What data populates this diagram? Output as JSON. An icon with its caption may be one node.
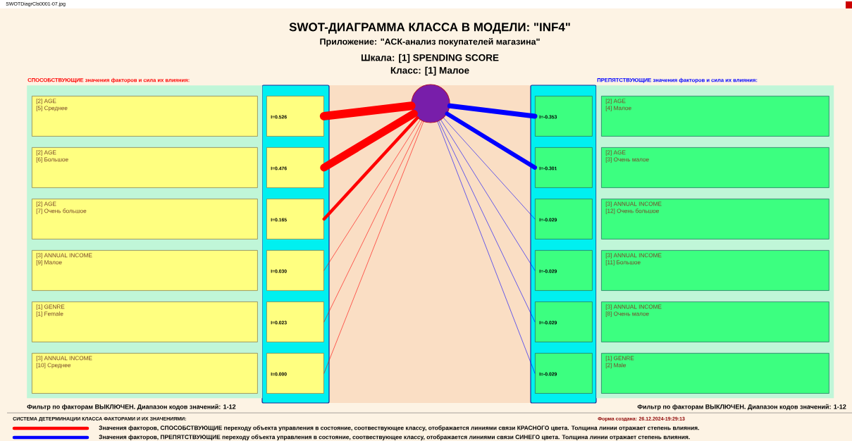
{
  "diagram": {
    "title": "SWOT-ДИАГРАММА КЛАССА В МОДЕЛИ: \"INF4\"",
    "nodes": [
      {
        "text": [
          "СПОСОБСТВУЮЩИЕ значения факторов и сила их влияния:"
        ]
      },
      {
        "text": [
          "[2] AGE",
          "[5] Среднее"
        ],
        "in": 0
      },
      {
        "text": [
          "[2] AGE",
          "[6] Большое"
        ],
        "in": 0
      },
      {
        "text": [
          "[2] AGE",
          "[7] Очень большое"
        ],
        "in": 0
      },
      {
        "text": [
          "[3] ANNUAL INCOME",
          "[9] Малое"
        ],
        "in": 0
      },
      {
        "text": [
          "[1] GENRE",
          "[1] Female"
        ],
        "in": 0
      },
      {
        "text": [
          "[3] ANNUAL INCOME",
          "[10] Среднее"
        ],
        "in": 0
      },
      {
        "text": [
          "I=0.526"
        ]
      },
      {
        "text": [
          "I=0.476"
        ]
      },
      {
        "text": [
          "I=0.165"
        ]
      },
      {
        "text": [
          "I=0.030"
        ]
      },
      {
        "text": [
          "I=0.023"
        ]
      },
      {
        "text": [
          "I=0.000"
        ]
      },
      {
        "text": [],
        "shape": "circle"
      },
      {
        "text": [
          "I=-0.353"
        ]
      },
      {
        "text": [
          "I=-0.301"
        ]
      },
      {
        "text": [
          "I=-0.029"
        ]
      },
      {
        "text": [
          "I=-0.029"
        ]
      },
      {
        "text": [
          "I=-0.029"
        ]
      },
      {
        "text": [
          "I=-0.029"
        ]
      },
      {
        "text": [
          "ПРЕПЯТСТВУЮЩИЕ значения факторов и сила их влияния:"
        ]
      },
      {
        "text": [
          "[2] AGE",
          "[4] Малое"
        ],
        "in": 20
      },
      {
        "text": [
          "[2] AGE",
          "[3] Очень малое"
        ],
        "in": 20
      },
      {
        "text": [
          "[3] ANNUAL INCOME",
          "[12] Очень большое"
        ],
        "in": 20
      },
      {
        "text": [
          "[3] ANNUAL INCOME",
          "[11] Большое"
        ],
        "in": 20
      },
      {
        "text": [
          "[3] ANNUAL INCOME",
          "[8] Очень малое"
        ],
        "in": 20
      },
      {
        "text": [
          "[1] GENRE",
          "[2] Male"
        ],
        "in": 20
      }
    ],
    "edges": [
      {
        "from": 13,
        "to": 7,
        "arrow": "none",
        "style": "thick",
        "color": "#ff0000"
      },
      {
        "from": 13,
        "to": 8,
        "arrow": "none",
        "style": "thick",
        "color": "#ff0000"
      },
      {
        "from": 13,
        "to": 9,
        "arrow": "none",
        "style": "thick",
        "color": "#ff0000"
      },
      {
        "from": 13,
        "to": 10,
        "arrow": "none",
        "color": "#ff0000"
      },
      {
        "from": 13,
        "to": 11,
        "arrow": "none",
        "color": "#ff0000"
      },
      {
        "from": 13,
        "to": 12,
        "arrow": "none",
        "color": "#ff0000"
      },
      {
        "from": 13,
        "to": 14,
        "arrow": "none",
        "style": "thick",
        "color": "#0000ff"
      },
      {
        "from": 13,
        "to": 15,
        "arrow": "none",
        "style": "thick",
        "color": "#0000ff"
      },
      {
        "from": 13,
        "to": 16,
        "arrow": "none",
        "color": "#0000ff"
      },
      {
        "from": 13,
        "to": 17,
        "arrow": "none",
        "color": "#0000ff"
      },
      {
        "from": 13,
        "to": 18,
        "arrow": "none",
        "color": "#0000ff"
      },
      {
        "from": 13,
        "to": 19,
        "arrow": "none",
        "color": "#0000ff"
      }
    ],
    "labels": [
      "SWOTDiagrCls0001-07.jpg",
      "Приложение: \"АСК-анализ покупателей магазина\"",
      "Шкала: [1] SPENDING SCORE",
      "Класс: [1] Малое",
      "Фильтр по факторам ВЫКЛЮЧЕН. Диапазон кодов значений: 1-12",
      "Фильтр по факторам ВЫКЛЮЧЕН. Диапазон кодов значений: 1-12",
      "СИСТЕМА ДЕТЕРМИНАЦИИ КЛАССА ФАКТОРАМИ И ИХ ЗНАЧЕНИЯМИ:",
      "Форма создана: 26.12.2024-19:29:13"
    ],
    "legend": [
      {
        "text": "Значения факторов, СПОСОБСТВУЮЩИЕ переходу объекта управления в состояние, соотвествующее классу, отображается линиями связи КРАСНОГО цвета. Толщина линии отражает степень влияния."
      },
      {
        "text": "Значения факторов, ПРЕПЯТСТВУЮЩИЕ переходу объекта управления в состояние, соотвествующее классу, отображается линиями связи СИНЕГО цвета. Толщина линии отражает степень влияния."
      }
    ]
  }
}
